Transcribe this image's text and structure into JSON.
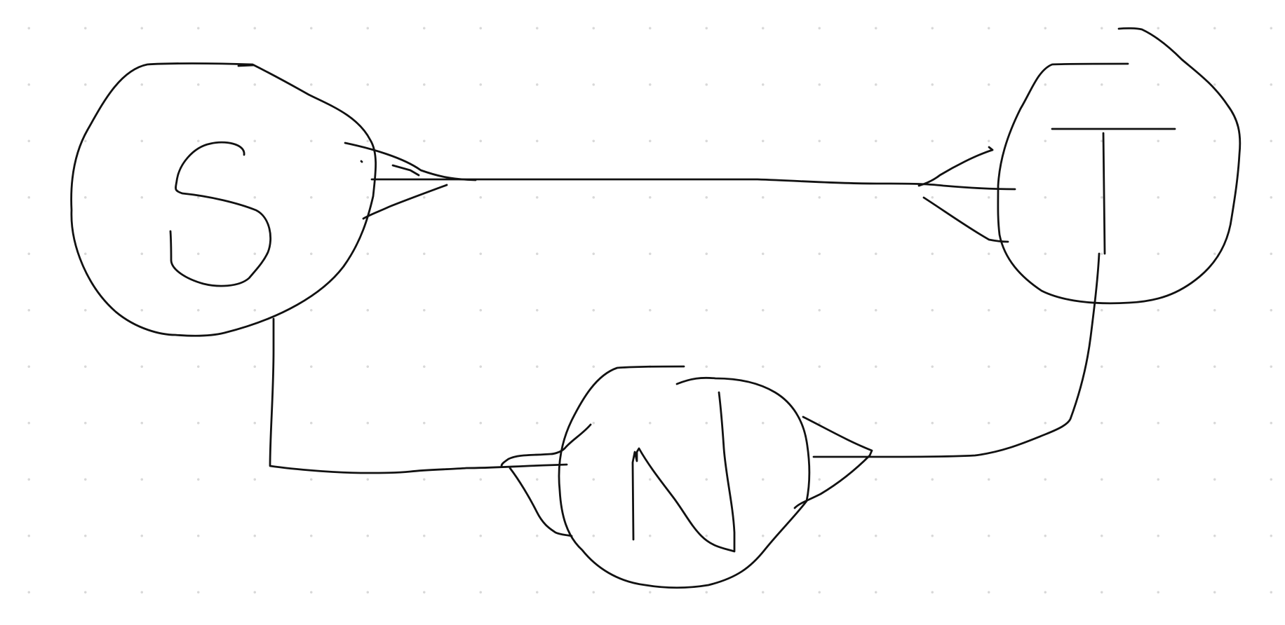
{
  "diagram": {
    "nodes": [
      {
        "id": "node-s",
        "label": "S"
      },
      {
        "id": "node-t",
        "label": "T"
      },
      {
        "id": "node-n",
        "label": "N"
      }
    ],
    "edges": [
      {
        "from": "S",
        "to": "T",
        "from_end": "crow-foot",
        "to_end": "crow-foot"
      },
      {
        "from": "S",
        "to": "N",
        "from_end": "plain",
        "to_end": "crow-foot"
      },
      {
        "from": "N",
        "to": "T",
        "from_end": "crow-foot",
        "to_end": "plain"
      }
    ],
    "style": {
      "ink_color": "#111111",
      "background_color": "#ffffff",
      "grid_dot_color": "#d9d9d9",
      "hand_drawn": true
    }
  }
}
